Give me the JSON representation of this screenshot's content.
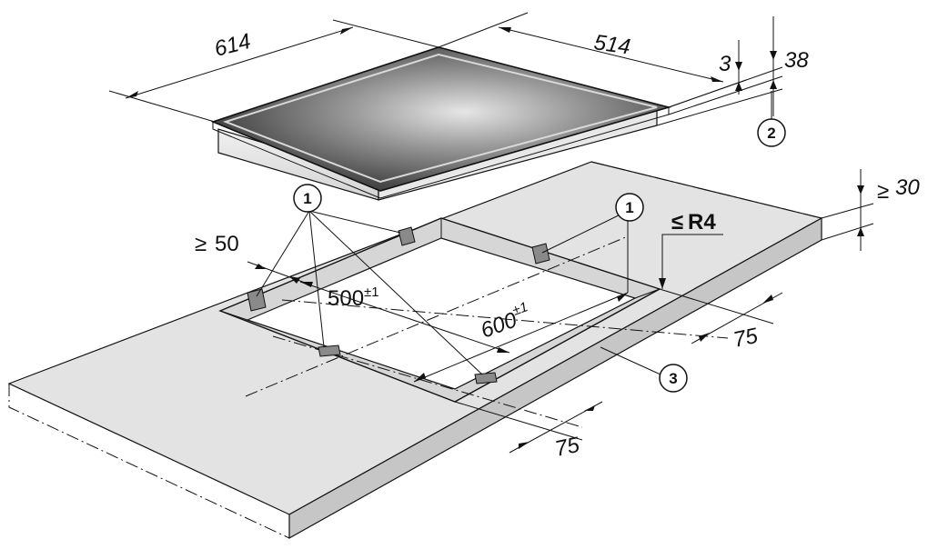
{
  "dimensions": {
    "hob_width": "614",
    "hob_depth": "514",
    "glass_thickness": "3",
    "total_height": "38",
    "worktop_min_thickness": "30",
    "corner_radius": "R4",
    "min_wall_distance": "50",
    "cutout_depth": "500",
    "cutout_depth_tol": "±1",
    "cutout_width": "600",
    "cutout_width_tol": "±1",
    "offset_right": "75",
    "offset_front": "75"
  },
  "symbols": {
    "greater_equal": "≥",
    "less_equal": "≤"
  },
  "callouts": [
    {
      "number": "1"
    },
    {
      "number": "1"
    },
    {
      "number": "2"
    },
    {
      "number": "3"
    }
  ],
  "colors": {
    "hob_glass_dark": "#2c2c2c",
    "hob_glass_light": "#bdbdbd",
    "worktop_top": "#e3e3e3",
    "worktop_edge": "#c9c9c9",
    "frame": "#dcdcdc",
    "clip": "#8a8a8a",
    "line": "#111111"
  }
}
